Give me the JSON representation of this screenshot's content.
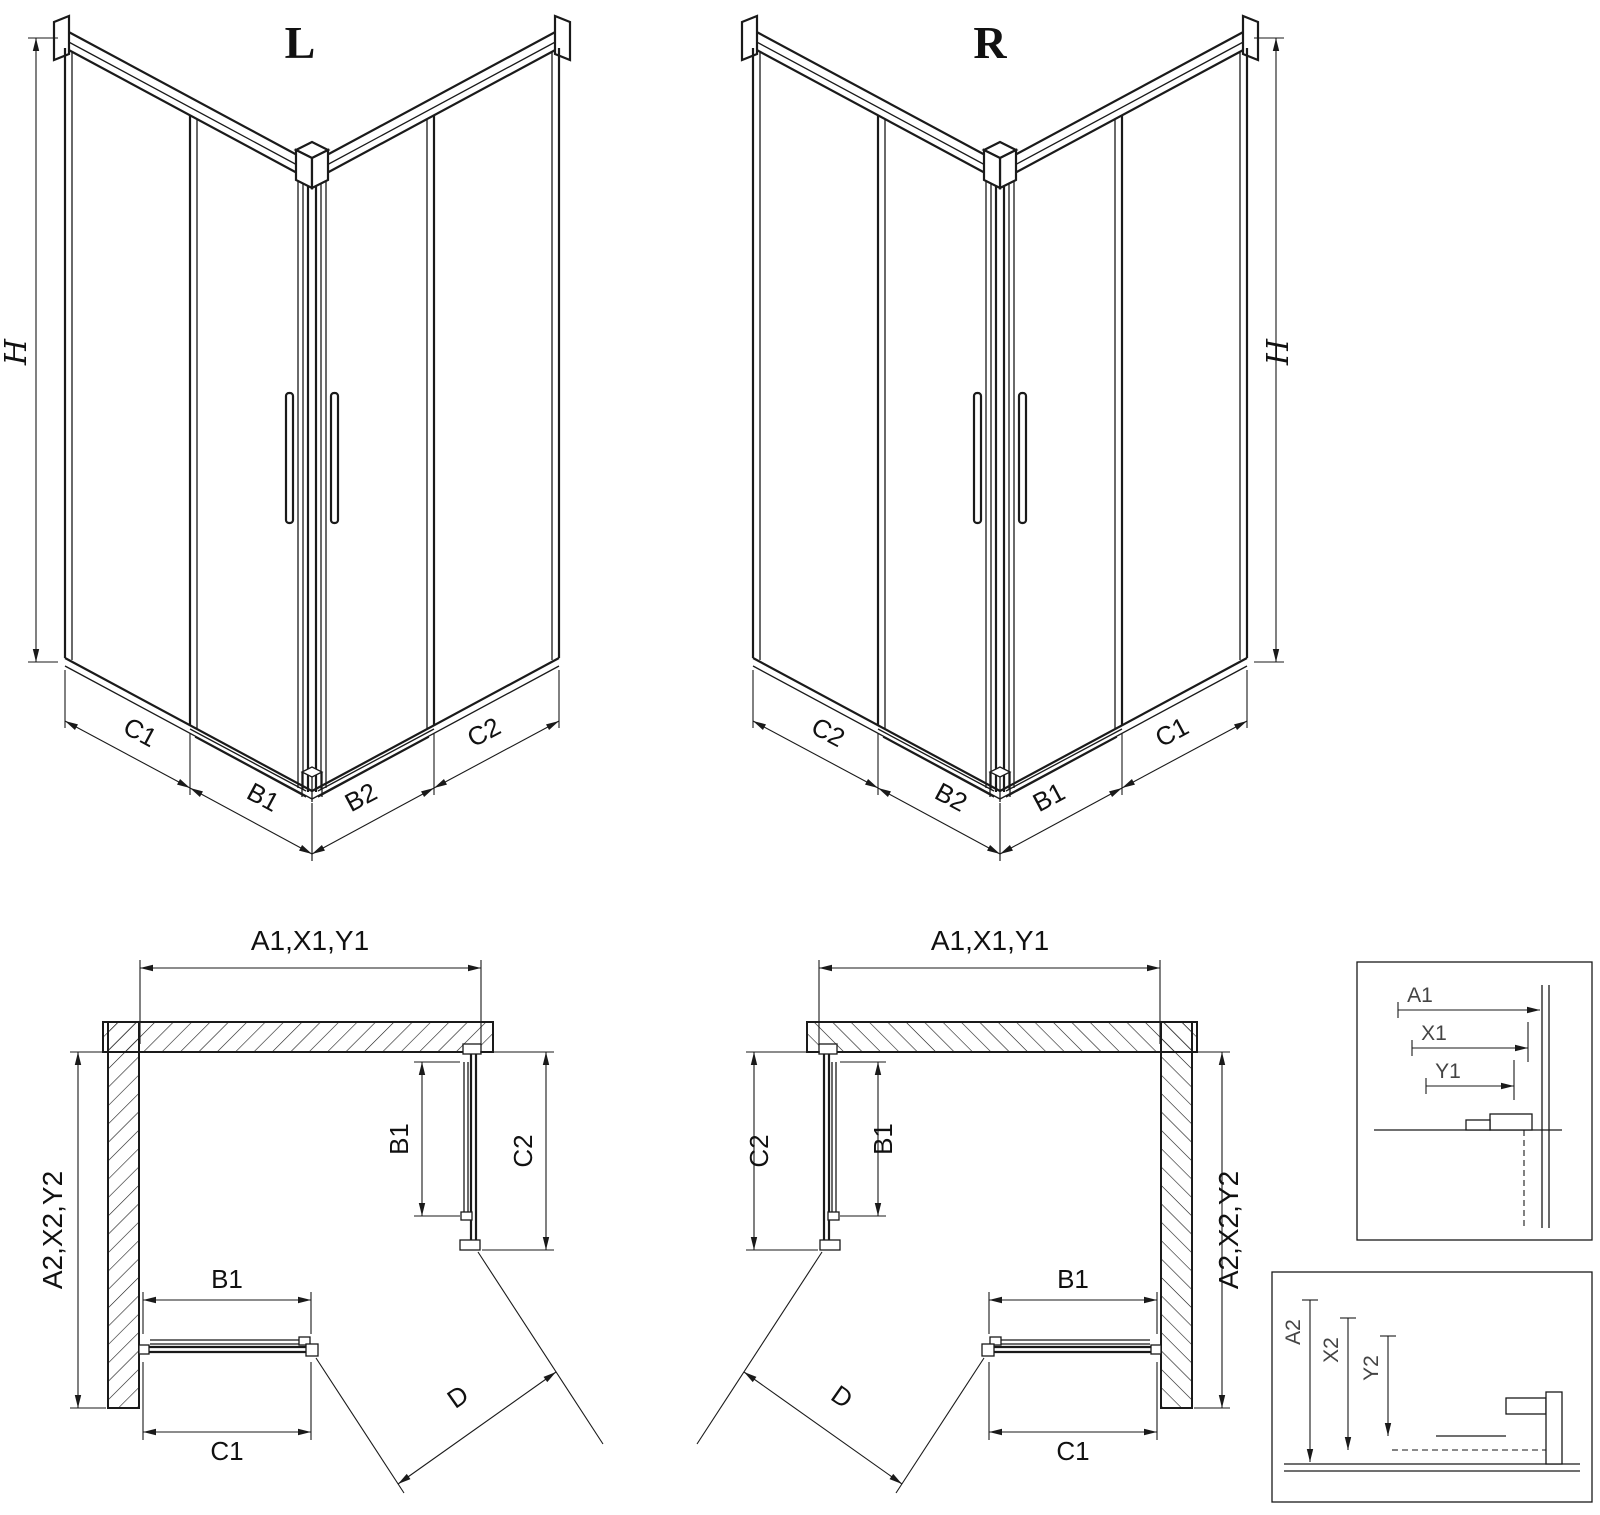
{
  "drawing": {
    "background": "#ffffff",
    "line_color": "#1a1a1a",
    "iso_left": {
      "title": "L",
      "dim_h": "H",
      "dim_c1": "C1",
      "dim_b1": "B1",
      "dim_b2": "B2",
      "dim_c2": "C2"
    },
    "iso_right": {
      "title": "R",
      "dim_h": "H",
      "dim_c1": "C1",
      "dim_b1": "B1",
      "dim_b2": "B2",
      "dim_c2": "C2"
    },
    "plan_left": {
      "dim_width": "A1,X1,Y1",
      "dim_depth": "A2,X2,Y2",
      "dim_b1_side": "B1",
      "dim_c2_side": "C2",
      "dim_b1_bottom": "B1",
      "dim_c1_bottom": "C1",
      "dim_d": "D"
    },
    "plan_right": {
      "dim_width": "A1,X1,Y1",
      "dim_depth": "A2,X2,Y2",
      "dim_b1_side": "B1",
      "dim_c2_side": "C2",
      "dim_b1_bottom": "B1",
      "dim_c1_bottom": "C1",
      "dim_d": "D"
    },
    "detail_top": {
      "dim_a1": "A1",
      "dim_x1": "X1",
      "dim_y1": "Y1"
    },
    "detail_bottom": {
      "dim_a2": "A2",
      "dim_x2": "X2",
      "dim_y2": "Y2"
    }
  }
}
